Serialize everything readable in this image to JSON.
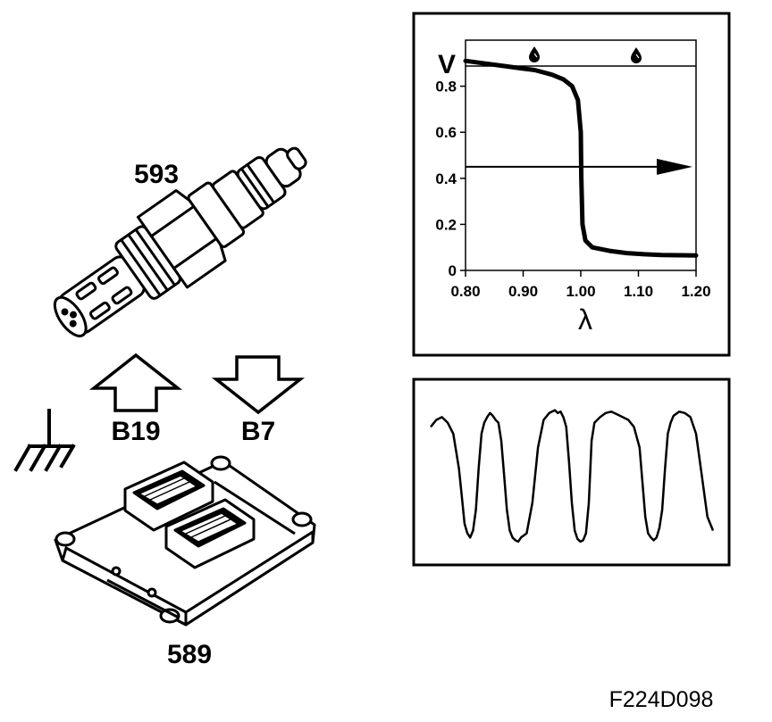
{
  "labels": {
    "sensor_number": "593",
    "ecu_number": "589",
    "signal_in": "B19",
    "signal_out": "B7",
    "figure_code": "F224D098"
  },
  "chart_data": {
    "type": "line",
    "title": "",
    "ylabel": "V",
    "xlabel": "λ",
    "xlim": [
      0.8,
      1.2
    ],
    "ylim": [
      0,
      1.0
    ],
    "x_ticks": [
      "0.80",
      "0.90",
      "1.00",
      "1.10",
      "1.20"
    ],
    "y_ticks": [
      "0",
      "0.2",
      "0.4",
      "0.6",
      "0.8"
    ],
    "reference_line_y": 0.45,
    "grid": false,
    "series": [
      {
        "x": [
          0.8,
          0.83,
          0.86,
          0.89,
          0.92,
          0.95,
          0.97,
          0.985,
          0.995,
          1.0,
          1.001,
          1.003,
          1.008,
          1.02,
          1.05,
          1.08,
          1.11,
          1.14,
          1.17,
          1.2
        ],
        "y": [
          0.91,
          0.9,
          0.89,
          0.88,
          0.87,
          0.85,
          0.83,
          0.8,
          0.74,
          0.6,
          0.4,
          0.2,
          0.13,
          0.1,
          0.085,
          0.075,
          0.07,
          0.067,
          0.066,
          0.065
        ]
      }
    ],
    "header_icons": [
      "fuel-drop-icon",
      "fuel-drop-icon"
    ]
  },
  "waveform": {
    "type": "line",
    "title": "",
    "x": [
      0,
      2,
      4,
      6,
      8,
      10,
      11,
      12,
      13,
      14,
      15,
      16,
      17,
      18,
      19,
      20,
      21,
      22,
      23,
      24,
      25,
      26,
      27,
      28,
      29,
      30,
      31,
      32,
      34,
      36,
      38,
      40,
      42,
      44,
      45,
      46,
      47,
      48,
      49,
      50,
      51,
      52,
      53,
      54,
      55,
      56,
      57,
      58,
      60,
      62,
      64,
      66,
      68,
      70,
      72,
      74,
      75,
      76,
      77,
      78,
      79,
      80,
      81,
      82,
      83,
      84,
      85,
      86,
      88,
      90,
      92,
      94,
      96,
      98,
      100
    ],
    "y": [
      0.85,
      0.9,
      0.92,
      0.88,
      0.8,
      0.55,
      0.35,
      0.15,
      0.08,
      0.05,
      0.1,
      0.25,
      0.55,
      0.8,
      0.88,
      0.92,
      0.95,
      0.93,
      0.9,
      0.88,
      0.75,
      0.5,
      0.25,
      0.1,
      0.05,
      0.03,
      0.02,
      0.05,
      0.08,
      0.3,
      0.7,
      0.9,
      0.95,
      0.97,
      0.95,
      0.96,
      0.92,
      0.85,
      0.6,
      0.3,
      0.1,
      0.04,
      0.02,
      0.03,
      0.08,
      0.3,
      0.75,
      0.88,
      0.92,
      0.95,
      0.96,
      0.94,
      0.92,
      0.9,
      0.85,
      0.7,
      0.45,
      0.2,
      0.08,
      0.05,
      0.03,
      0.05,
      0.12,
      0.25,
      0.55,
      0.8,
      0.88,
      0.93,
      0.96,
      0.95,
      0.92,
      0.8,
      0.5,
      0.2,
      0.1
    ]
  }
}
